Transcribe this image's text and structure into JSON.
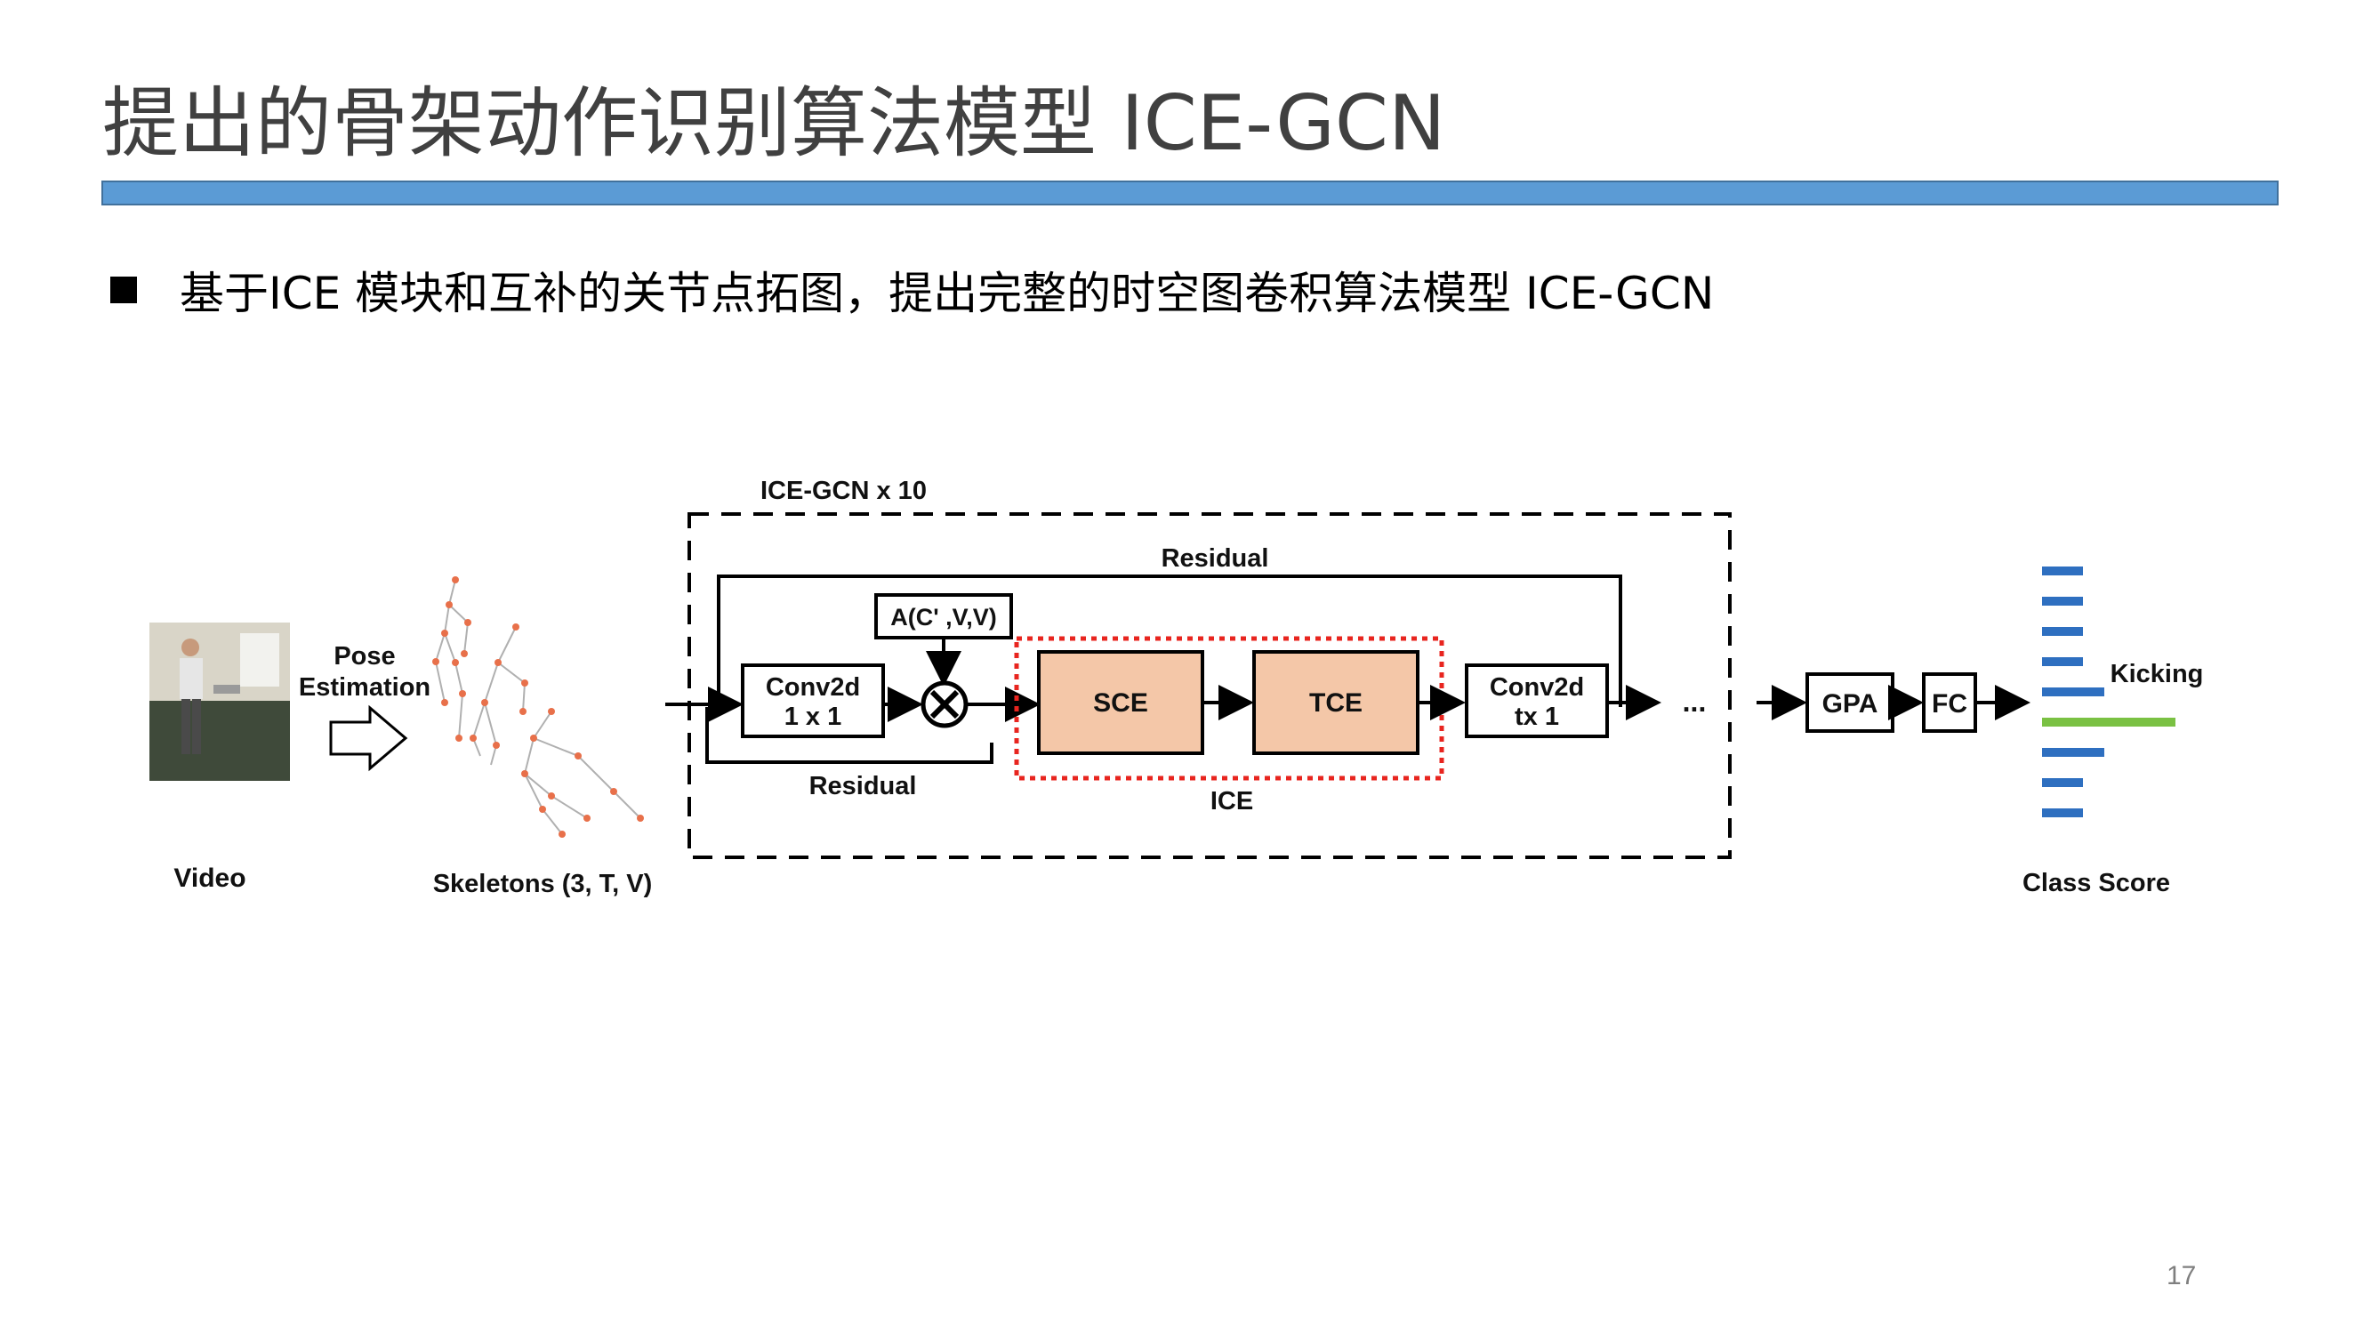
{
  "slide": {
    "title": "提出的骨架动作识别算法模型 ICE-GCN",
    "bullet": "基于ICE 模块和互补的关节点拓图，提出完整的时空图卷积算法模型 ICE-GCN",
    "page_number": "17"
  },
  "diagram": {
    "input": {
      "video_label": "Video",
      "pose_label_line1": "Pose",
      "pose_label_line2": "Estimation",
      "skeletons_label": "Skeletons (3, T, V)"
    },
    "block": {
      "repeat_label": "ICE-GCN x 10",
      "residual_top": "Residual",
      "residual_bottom": "Residual",
      "conv1_line1": "Conv2d",
      "conv1_line2": "1 x 1",
      "adjacency": "A(C' ,V,V)",
      "sce": "SCE",
      "tce": "TCE",
      "ice_label": "ICE",
      "conv2_line1": "Conv2d",
      "conv2_line2": "tx 1",
      "ellipsis": "..."
    },
    "head": {
      "gpa": "GPA",
      "fc": "FC",
      "class_score_label": "Class Score",
      "predicted_class": "Kicking",
      "score_bar_count": 9,
      "highlighted_bar": 5
    },
    "colors": {
      "module_fill": "#f4c7a8",
      "ice_border": "#e8251f",
      "score_bar": "#2e6fc0",
      "highlight_bar": "#7ac143",
      "skeleton_joint": "#e8704a"
    }
  }
}
